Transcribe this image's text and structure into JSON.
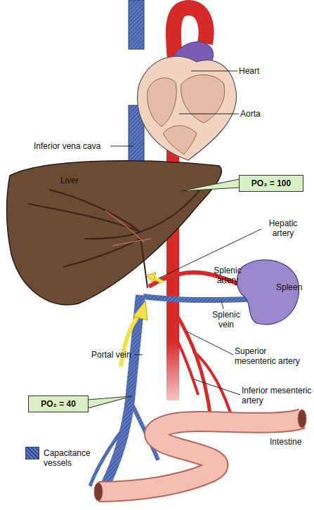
{
  "diagram": {
    "nodes": [
      {
        "text": [
          "PO₂ = 100"
        ]
      },
      {
        "text": [
          "PO₂ = 40"
        ]
      }
    ],
    "labels": [
      "Heart",
      "Aorta",
      "Inferior vena cava",
      "Liver",
      "Hepatic artery",
      "Splenic artery",
      "Spleen",
      "Splenic vein",
      "Portal vein",
      "Superior mesenteric artery",
      "Inferior mesenteric artery",
      "Intestine"
    ],
    "legend": [
      {
        "text": "Capacitance vessels",
        "color": "#5a78c0"
      }
    ]
  }
}
